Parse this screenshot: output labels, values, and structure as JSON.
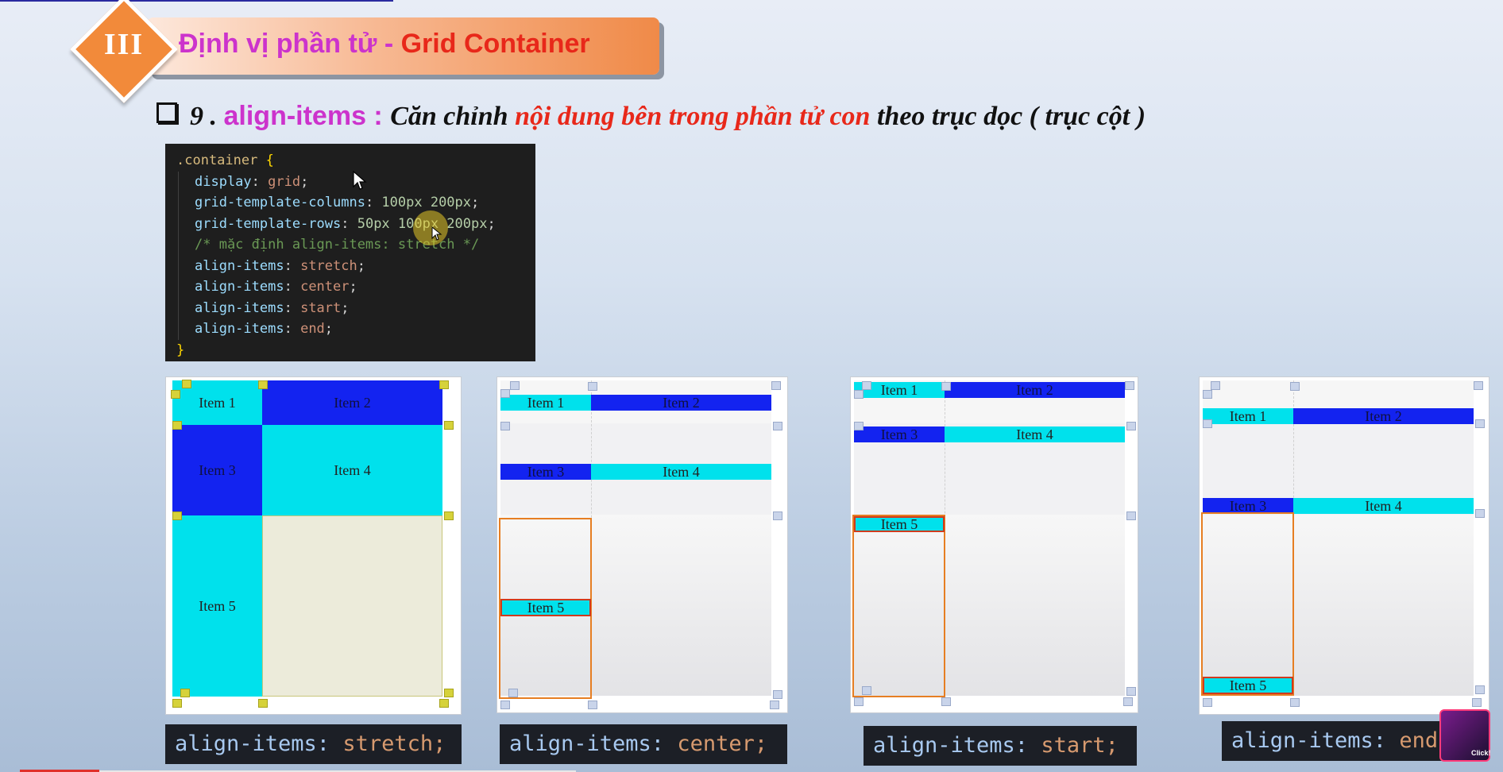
{
  "header": {
    "roman_numeral": "III",
    "title_part1": "Định vị phần tử - ",
    "title_part2": "Grid Container"
  },
  "subtitle": {
    "number": "9 . ",
    "property": "align-items : ",
    "text1": "Căn chỉnh ",
    "highlight": "nội dung bên trong phần tử con",
    "text2": " theo trục dọc ( trục cột )"
  },
  "code": {
    "selector": ".container",
    "open_brace": " {",
    "close_brace": "}",
    "lines": [
      {
        "key": "display",
        "value": "grid",
        "type": "val"
      },
      {
        "key": "grid-template-columns",
        "value": "100px 200px",
        "type": "num"
      },
      {
        "key": "grid-template-rows",
        "value": "50px 100px 200px",
        "type": "num"
      },
      {
        "comment": "/* mặc định align-items: stretch */"
      },
      {
        "key": "align-items",
        "value": "stretch",
        "type": "val"
      },
      {
        "key": "align-items",
        "value": "center",
        "type": "val"
      },
      {
        "key": "align-items",
        "value": "start",
        "type": "val"
      },
      {
        "key": "align-items",
        "value": "end",
        "type": "val"
      }
    ]
  },
  "items": {
    "item1": "Item 1",
    "item2": "Item 2",
    "item3": "Item 3",
    "item4": "Item 4",
    "item5": "Item 5"
  },
  "labels": {
    "prop": "align-items:",
    "stretch": "stretch;",
    "center": "center;",
    "start": "start;",
    "end": "end"
  },
  "avatar_text": "Click!",
  "colors": {
    "cyan": "#00e1ec",
    "blue": "#1323f0",
    "accent_orange": "#f28a3a",
    "title_magenta": "#cc33cc",
    "title_red": "#e8281a"
  }
}
